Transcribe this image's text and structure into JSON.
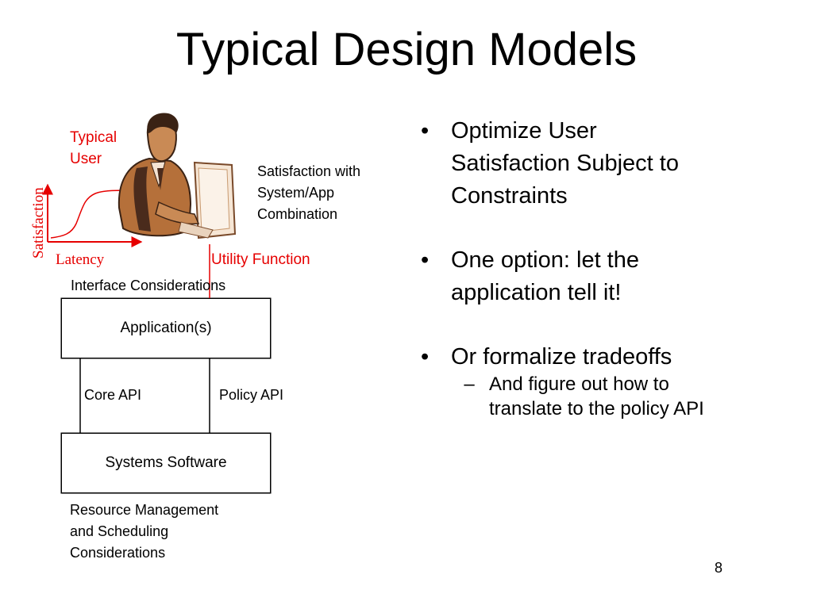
{
  "slide": {
    "title": "Typical Design Models",
    "page_number": "8"
  },
  "diagram": {
    "typical_user_line1": "Typical",
    "typical_user_line2": "User",
    "axis_y_label": "Satisfaction",
    "axis_x_label": "Latency",
    "satisfaction_note_line1": "Satisfaction with",
    "satisfaction_note_line2": "System/App",
    "satisfaction_note_line3": "Combination",
    "utility_function": "Utility Function",
    "interface_considerations": "Interface Considerations",
    "application_box": "Application(s)",
    "core_api": "Core API",
    "policy_api": "Policy API",
    "systems_box": "Systems Software",
    "resource_line1": "Resource Management",
    "resource_line2": "and Scheduling",
    "resource_line3": "Considerations",
    "colors": {
      "accent": "#e60000",
      "skin": "#b5703a",
      "suit": "#4a2b1c"
    }
  },
  "bullets": [
    {
      "lines": [
        "Optimize User",
        "Satisfaction Subject to",
        "Constraints"
      ]
    },
    {
      "lines": [
        "One option: let the",
        "application tell it!"
      ]
    },
    {
      "lines": [
        "Or formalize tradeoffs"
      ],
      "sub": {
        "lines": [
          "And figure out how to",
          "translate to the policy API"
        ]
      }
    }
  ]
}
